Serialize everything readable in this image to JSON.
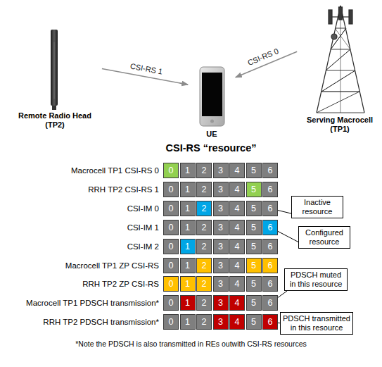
{
  "diagram": {
    "title": "CSI-RS “resource”",
    "nodes": [
      {
        "text": [
          "Remote Radio Head (TP2)"
        ]
      },
      {
        "text": [
          "UE"
        ]
      },
      {
        "text": [
          "Serving Macrocell (TP1)"
        ]
      },
      {
        "text": [
          "0"
        ]
      },
      {
        "text": [
          "1"
        ]
      },
      {
        "text": [
          "2"
        ]
      },
      {
        "text": [
          "3"
        ]
      },
      {
        "text": [
          "4"
        ]
      },
      {
        "text": [
          "5"
        ]
      },
      {
        "text": [
          "6"
        ]
      },
      {
        "text": [
          "0"
        ]
      },
      {
        "text": [
          "1"
        ]
      },
      {
        "text": [
          "2"
        ]
      },
      {
        "text": [
          "3"
        ]
      },
      {
        "text": [
          "4"
        ]
      },
      {
        "text": [
          "5"
        ]
      },
      {
        "text": [
          "6"
        ]
      },
      {
        "text": [
          "0"
        ]
      },
      {
        "text": [
          "1"
        ]
      },
      {
        "text": [
          "2"
        ]
      },
      {
        "text": [
          "3"
        ]
      },
      {
        "text": [
          "4"
        ]
      },
      {
        "text": [
          "5"
        ]
      },
      {
        "text": [
          "6"
        ]
      },
      {
        "text": [
          "0"
        ]
      },
      {
        "text": [
          "1"
        ]
      },
      {
        "text": [
          "2"
        ]
      },
      {
        "text": [
          "3"
        ]
      },
      {
        "text": [
          "4"
        ]
      },
      {
        "text": [
          "5"
        ]
      },
      {
        "text": [
          "6"
        ]
      },
      {
        "text": [
          "0"
        ]
      },
      {
        "text": [
          "1"
        ]
      },
      {
        "text": [
          "2"
        ]
      },
      {
        "text": [
          "3"
        ]
      },
      {
        "text": [
          "4"
        ]
      },
      {
        "text": [
          "5"
        ]
      },
      {
        "text": [
          "6"
        ]
      },
      {
        "text": [
          "0"
        ]
      },
      {
        "text": [
          "1"
        ]
      },
      {
        "text": [
          "2"
        ]
      },
      {
        "text": [
          "3"
        ]
      },
      {
        "text": [
          "4"
        ]
      },
      {
        "text": [
          "5"
        ]
      },
      {
        "text": [
          "6"
        ]
      },
      {
        "text": [
          "0"
        ]
      },
      {
        "text": [
          "1"
        ]
      },
      {
        "text": [
          "2"
        ]
      },
      {
        "text": [
          "3"
        ]
      },
      {
        "text": [
          "4"
        ]
      },
      {
        "text": [
          "5"
        ]
      },
      {
        "text": [
          "6"
        ]
      },
      {
        "text": [
          "0"
        ]
      },
      {
        "text": [
          "1"
        ]
      },
      {
        "text": [
          "2"
        ]
      },
      {
        "text": [
          "3"
        ]
      },
      {
        "text": [
          "4"
        ]
      },
      {
        "text": [
          "5"
        ]
      },
      {
        "text": [
          "6"
        ]
      },
      {
        "text": [
          "0"
        ]
      },
      {
        "text": [
          "1"
        ]
      },
      {
        "text": [
          "2"
        ]
      },
      {
        "text": [
          "3"
        ]
      },
      {
        "text": [
          "4"
        ]
      },
      {
        "text": [
          "5"
        ]
      },
      {
        "text": [
          "6"
        ]
      },
      {
        "text": [
          "Inactive resource"
        ]
      },
      {
        "text": [
          "Configured resource"
        ]
      },
      {
        "text": [
          "PDSCH muted in this resource"
        ]
      },
      {
        "text": [
          "PDSCH transmitted in this resource"
        ]
      }
    ],
    "edges": [
      {
        "from": 0,
        "to": 1,
        "arrow": "to",
        "label": "CSI-RS 1"
      },
      {
        "from": 2,
        "to": 1,
        "arrow": "to",
        "label": "CSI-RS 0"
      },
      {
        "from": 66,
        "to": 23,
        "arrow": "none"
      },
      {
        "from": 67,
        "to": 30,
        "arrow": "none"
      },
      {
        "from": 68,
        "to": 58,
        "arrow": "none"
      },
      {
        "from": 69,
        "to": 65,
        "arrow": "none"
      }
    ],
    "labels": [
      "Macrocell TP1 CSI-RS 0",
      "RRH TP2 CSI-RS 1",
      "CSI-IM 0",
      "CSI-IM 1",
      "CSI-IM 2",
      "Macrocell TP1 ZP CSI-RS",
      "RRH TP2 ZP CSI-RS",
      "Macrocell TP1 PDSCH transmission*",
      "RRH TP2 PDSCH transmission*",
      "*Note the PDSCH is also transmitted in REs outwith CSI-RS resources"
    ]
  }
}
